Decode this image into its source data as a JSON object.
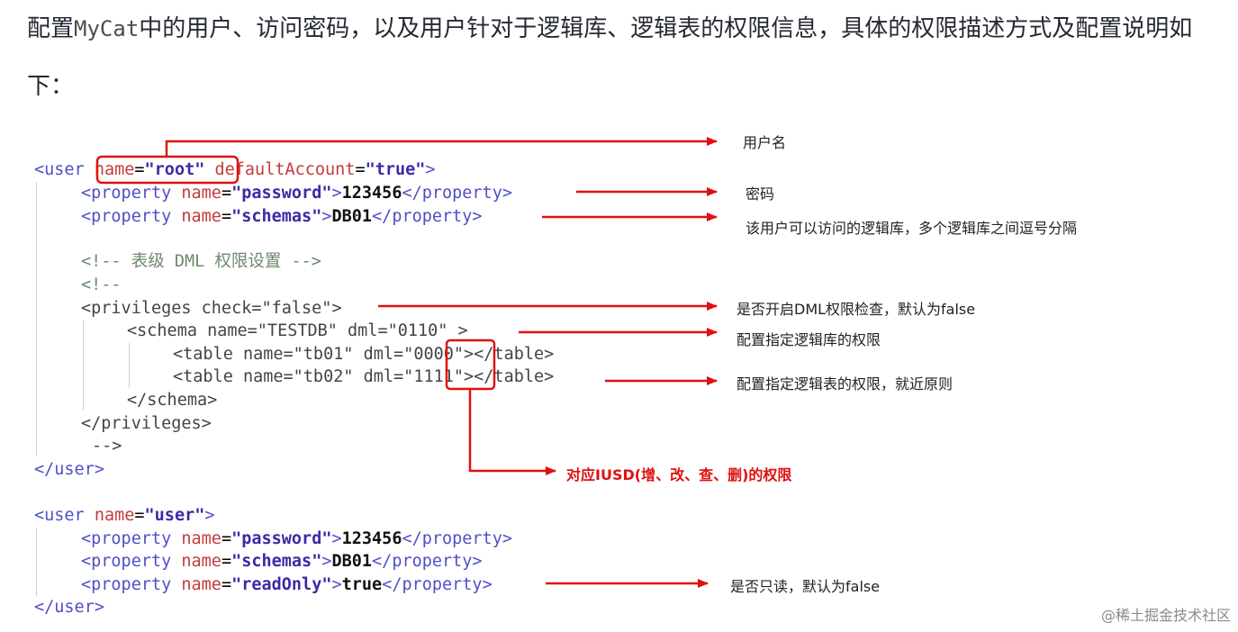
{
  "intro": {
    "part1": "配置",
    "code": "MyCat",
    "part2": "中的用户、访问密码，以及用户针对于逻辑库、逻辑表的权限信息，具体的权限描述方式及配置说明如下："
  },
  "code": {
    "user1_open": {
      "lt": "<user ",
      "name_attr": "name",
      "eq": "=",
      "name_val": "\"root\"",
      "default_attr": "defaultAccount",
      "eq2": "=",
      "default_val": "\"true\"",
      "gt": ">"
    },
    "prop_password": {
      "open": "<property ",
      "attr": "name",
      "eq": "=",
      "val": "\"password\"",
      "gt": ">",
      "text": "123456",
      "close": "</property>"
    },
    "prop_schemas": {
      "open": "<property ",
      "attr": "name",
      "eq": "=",
      "val": "\"schemas\"",
      "gt": ">",
      "text": "DB01",
      "close": "</property>"
    },
    "comment_dml": "<!-- 表级 DML 权限设置 -->",
    "comment_open": "<!--",
    "privileges": "<privileges check=\"false\">",
    "schema": "<schema name=\"TESTDB\" dml=\"0110\" >",
    "table1": {
      "pre": "<table name=\"tb01\" dml=\"",
      "dml": "0000",
      "post": "\"></table>"
    },
    "table2": {
      "pre": "<table name=\"tb02\" dml=\"",
      "dml": "1111",
      "post": "\"></table>"
    },
    "schema_close": "</schema>",
    "privileges_close": "</privileges>",
    "comment_close": "-->",
    "user_close": "</user>",
    "user2_open": {
      "lt": "<user ",
      "attr": "name",
      "eq": "=",
      "val": "\"user\"",
      "gt": ">"
    },
    "prop2_password": {
      "open": "<property ",
      "attr": "name",
      "eq": "=",
      "val": "\"password\"",
      "gt": ">",
      "text": "123456",
      "close": "</property>"
    },
    "prop2_schemas": {
      "open": "<property ",
      "attr": "name",
      "eq": "=",
      "val": "\"schemas\"",
      "gt": ">",
      "text": "DB01",
      "close": "</property>"
    },
    "prop2_readonly": {
      "open": "<property ",
      "attr": "name",
      "eq": "=",
      "val": "\"readOnly\"",
      "gt": ">",
      "text": "true",
      "close": "</property>"
    },
    "user2_close": "</user>"
  },
  "notes": {
    "username": "用户名",
    "password": "密码",
    "schemas": "该用户可以访问的逻辑库，多个逻辑库之间逗号分隔",
    "check": "是否开启DML权限检查，默认为false",
    "schema_priv": "配置指定逻辑库的权限",
    "table_priv": "配置指定逻辑表的权限，就近原则",
    "iusd": "对应IUSD(增、改、查、删)的权限",
    "readonly": "是否只读，默认为false"
  },
  "watermark": "@稀土掘金技术社区",
  "colors": {
    "arrow": "#e01010",
    "tag": "#4f4fc9",
    "attr": "#c33c3c"
  }
}
